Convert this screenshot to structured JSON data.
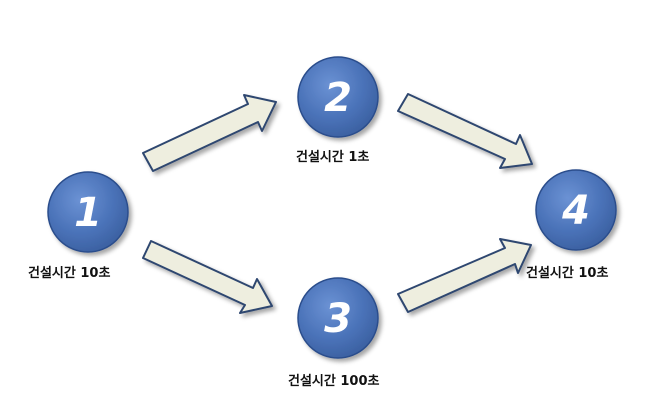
{
  "diagram": {
    "nodes": [
      {
        "id": "1",
        "label": "1",
        "caption": "건설시간 10초"
      },
      {
        "id": "2",
        "label": "2",
        "caption": "건설시간 1초"
      },
      {
        "id": "3",
        "label": "3",
        "caption": "건설시간 100초"
      },
      {
        "id": "4",
        "label": "4",
        "caption": "건설시간 10초"
      }
    ],
    "edges": [
      {
        "from": "1",
        "to": "2"
      },
      {
        "from": "1",
        "to": "3"
      },
      {
        "from": "2",
        "to": "4"
      },
      {
        "from": "3",
        "to": "4"
      }
    ],
    "colors": {
      "node_fill": "#4a72b8",
      "node_stroke": "#2c4e8c",
      "arrow_fill": "#eeeedf",
      "arrow_stroke": "#2f4770"
    }
  }
}
